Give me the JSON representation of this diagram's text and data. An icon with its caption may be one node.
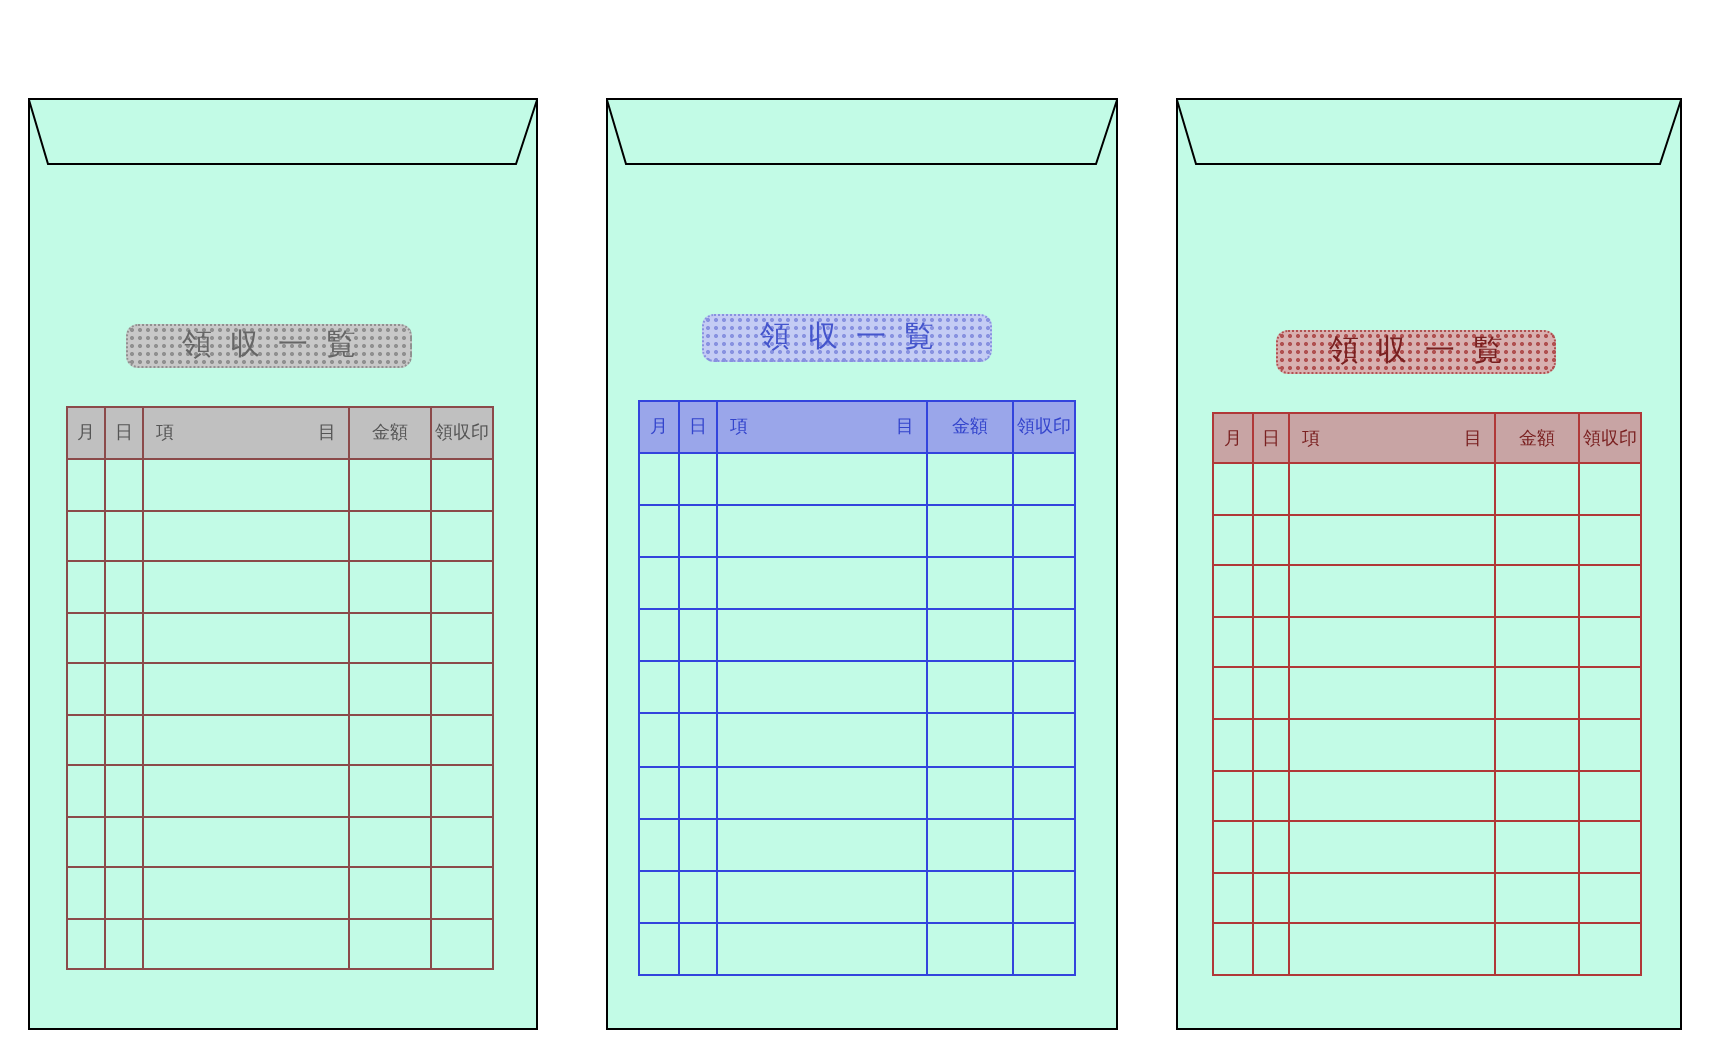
{
  "diagram": {
    "labels": [
      "領収一覧",
      "月",
      "日",
      "項目",
      "金額",
      "領収印",
      "領収一覧",
      "月",
      "日",
      "項目",
      "金額",
      "領収印",
      "領収一覧",
      "月",
      "日",
      "項目",
      "金額",
      "領収印"
    ]
  }
}
